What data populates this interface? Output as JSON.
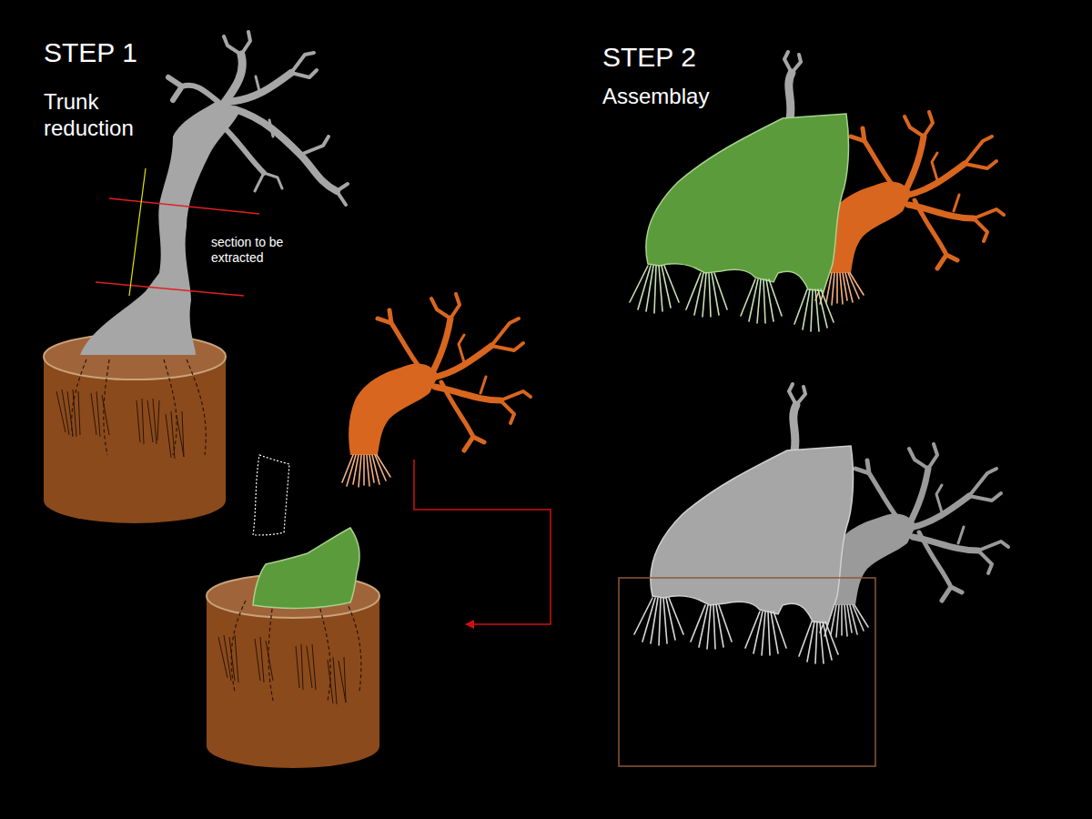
{
  "diagram": {
    "labels": [
      "STEP 1",
      "Trunk reduction",
      "section to be extracted",
      "STEP 2",
      "Assemblay"
    ]
  }
}
